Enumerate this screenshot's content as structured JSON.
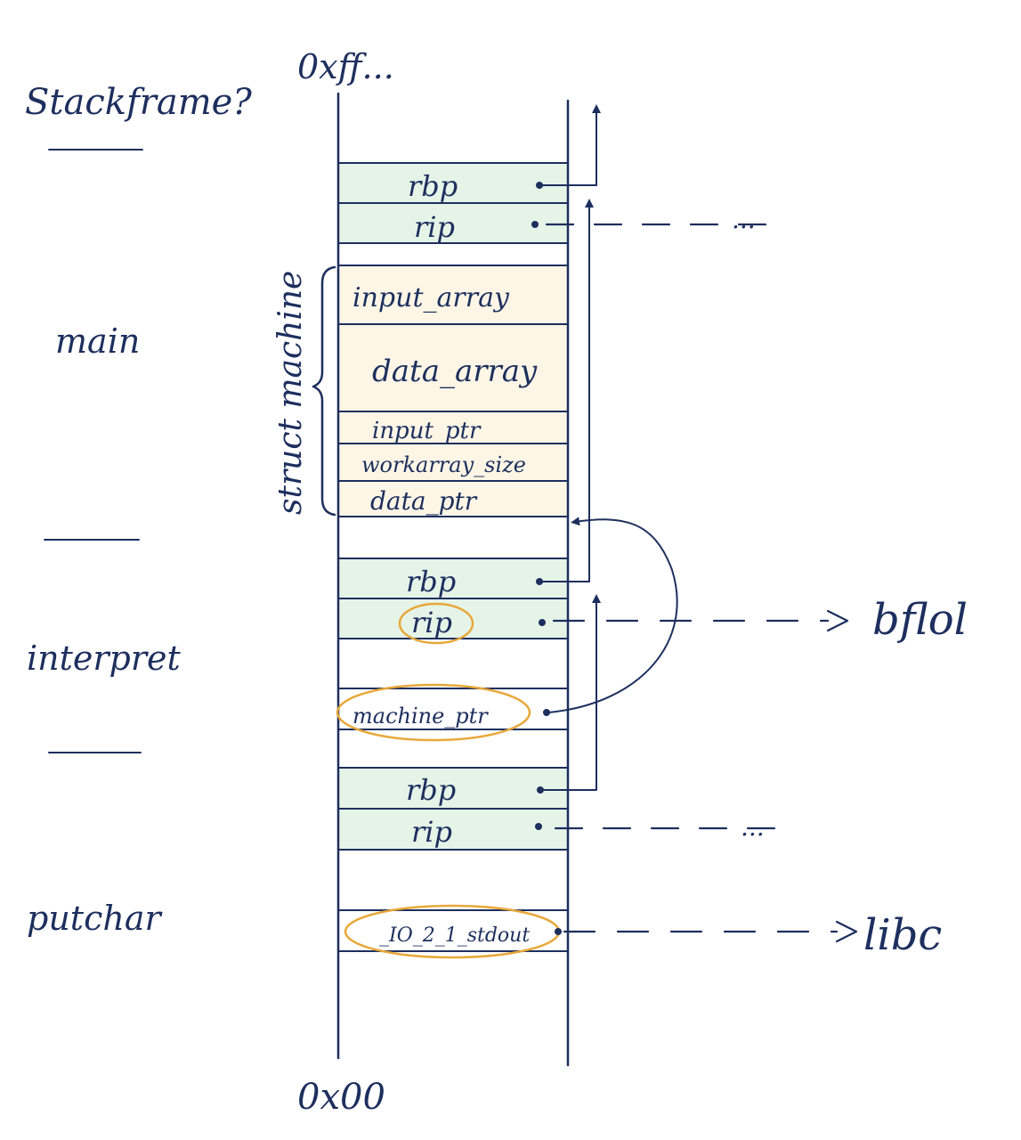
{
  "stack": {
    "top_address": "0xff...",
    "bottom_address": "0x00"
  },
  "header": {
    "title": "Stackframe?"
  },
  "frames": {
    "main": "main",
    "interpret": "interpret",
    "putchar": "putchar"
  },
  "slots": {
    "main_rbp": "rbp",
    "main_rip": "rip",
    "input_array": "input_array",
    "data_array": "data_array",
    "input_ptr": "input_ptr",
    "workarray_size": "workarray_size",
    "data_ptr": "data_ptr",
    "interpret_rbp": "rbp",
    "interpret_rip": "rip",
    "machine_ptr": "machine_ptr",
    "putchar_rbp": "rbp",
    "putchar_rip": "rip",
    "io_stdout": "_IO_2_1_stdout"
  },
  "brace_label": "struct machine",
  "targets": {
    "main_rip_target": "...",
    "interpret_rip_target": "bflol",
    "putchar_rip_target": "...",
    "stdout_target": "libc"
  },
  "colors": {
    "ink": "#1d2f5e",
    "saved_registers_fill": "#e6f4e8",
    "struct_fill": "#fdf6e6",
    "highlight": "#e8a83a"
  }
}
